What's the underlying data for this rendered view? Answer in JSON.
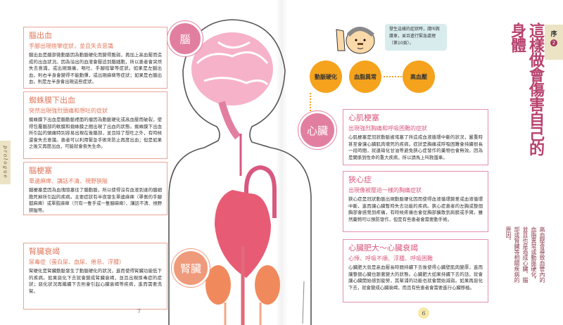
{
  "left_page": {
    "tab_label": "prologue",
    "page_number": "7",
    "boxes": [
      {
        "title": "腦出血",
        "subtitle": "手腳出現痙攣症狀，並且失去意識",
        "body": "腦出血是腦部微動脈因為動脈硬化而變得脆弱，再加上高血壓而造成的出血狀況。因為溢出的血液會壓迫到腦細胞，所以患者會突然失去意識，或出現頭痛、嘔吐、手腳痙攣等症狀。如果是左腦出血，則右半身會變得不能動彈，或出現麻痺等症狀；如果是右腦出血，則是左半身會出現這些症狀。"
      },
      {
        "title": "蜘蛛膜下出血",
        "subtitle": "突然出現強烈頭痛和想吐的症狀",
        "body": "蜘蛛膜下出血是腦動脈裡面的瘤因為動脈硬化或高血壓而破裂，使得包覆腦部的軟膜和蜘蛛膜之間出現了出血的狀態。蜘蛛膜下出血所引起的頭痛特別容易出現在後腦部，並且除了想吐之外，有時候還會失去意識。患者可以利用緊急手術來防止再度出血；但是如果之後又再度出血，可能就會喪失生命。"
      },
      {
        "title": "腦梗塞",
        "subtitle": "單邊麻痺、講話不清、視野狹隘",
        "body": "腦梗塞是因為血塊阻塞住了腦動脈，所以使得沒有血液到達的腦細胞死掉所引起的疾病。主要症狀有半夜發生單邊麻痺（單側的手腳都麻痺）或單肢麻痺（只有一隻手或一隻腳麻痺）、講話不清、視野狹隘等。"
      },
      {
        "title": "腎臟衰竭",
        "subtitle": "尿毒症（蛋白尿、血尿、倦怠、浮腫）",
        "body": "腎硬化是腎臟動脈發生了動脈硬化的狀況，進而使得腎臟功能低下的疾病。如果惡化下去就會變成腎臟衰竭，並且出現尿毒症的症狀；惡化狀況再繼續下去則會引起心臟衰竭等疾病，進而需要洗腎。"
      }
    ]
  },
  "organs": {
    "brain": "腦",
    "heart": "心臟",
    "kidney": "腎臟"
  },
  "right_page": {
    "page_number": "6",
    "speech_bubble": "發生這樣的症狀時，請叫救護車，並且進行緊急處理（第10頁）。",
    "causes": [
      "動脈硬化",
      "血脂異常",
      "高血壓"
    ],
    "tab": {
      "label": "序",
      "number": "2"
    },
    "title_line1": "這樣做會傷害自己的",
    "title_line2": "身體",
    "intro": "高血壓會導致血管內的血脂異常或動脈硬化，並且也是造成心臟、腦部或腎臟等相關疾病的原因。",
    "boxes": [
      {
        "title": "心肌梗塞",
        "subtitle": "出現強烈胸痛和呼吸困難的症狀",
        "body": "心肌梗塞是冠狀動脈被堵塞了所造成血液循環中斷的狀況，嚴重時甚至會讓心臟肌肉壞死的疾病。症狀是胸痛或呼吸困難會持續很長一段時間，就連硝化甘油等避免狹心症發作的藥物也會無效。因為是關係到性命的重大疾病，所以請馬上叫救護車。"
      },
      {
        "title": "狹心症",
        "subtitle": "出現像被壓迫一樣的胸痛症狀",
        "body": "狹心症是冠狀動脈出現動脈硬化因而使得血液循環變差或血液循環中斷，進而讓心臟暫時失去功能的疾病。狹心症患者的左胸或整個胸部會感覺到疼痛，有時候疼痛也會從胸部擴散到肩膀或手臂。雖然藥物可以預防發作，但是有些患者會需要動手術。"
      },
      {
        "title": "心臟肥大～心臟衰竭",
        "subtitle": "心悸、呼吸不順、浮腫、呼吸困難",
        "body": "心臟肥大就是高血壓長時間持續下去後使得心臟壁肌肉變厚，進而讓整個心臟也跟著變大的狀態。心臟肥大如果持續下去的話，就會讓心臟開始感到疲勞，其幫浦的功能也就會開始減弱。如果再惡化下去，就會變成心臟衰竭，而且有些患者會需要進行心臟移植。"
      }
    ]
  },
  "colors": {
    "accent_pink": "#c0406e",
    "orange": "#f5a21c",
    "salmon": "#e8a596",
    "tab_beige": "#ece3c4"
  }
}
